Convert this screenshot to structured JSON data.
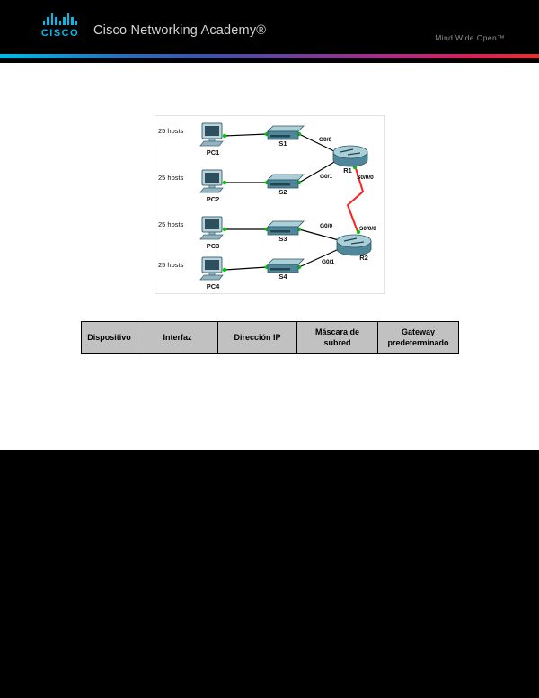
{
  "header": {
    "logo_text": "CISCO",
    "brand": "Cisco Networking Academy®",
    "tagline": "Mind Wide Open™"
  },
  "topology": {
    "hosts": [
      "25 hosts",
      "25 hosts",
      "25 hosts",
      "25 hosts"
    ],
    "pcs": [
      "PC1",
      "PC2",
      "PC3",
      "PC4"
    ],
    "switches": [
      "S1",
      "S2",
      "S3",
      "S4"
    ],
    "routers": [
      "R1",
      "R2"
    ],
    "interface_labels": {
      "r1_g00": "G0/0",
      "r1_g01": "G0/1",
      "r1_s000": "S0/0/0",
      "r2_g00": "G0/0",
      "r2_g01": "G0/1",
      "r2_s000": "S0/0/0"
    },
    "colors": {
      "ethernet_link": "#000000",
      "serial_link": "#ff1f1f",
      "status_up_dot": "#00c800",
      "device_body": "#4f8699",
      "device_top": "#aacfd9"
    }
  },
  "table": {
    "headers": [
      "Dispositivo",
      "Interfaz",
      "Dirección IP",
      "Máscara de subred",
      "Gateway predeterminado"
    ],
    "header_background": "#c1c1c1"
  }
}
